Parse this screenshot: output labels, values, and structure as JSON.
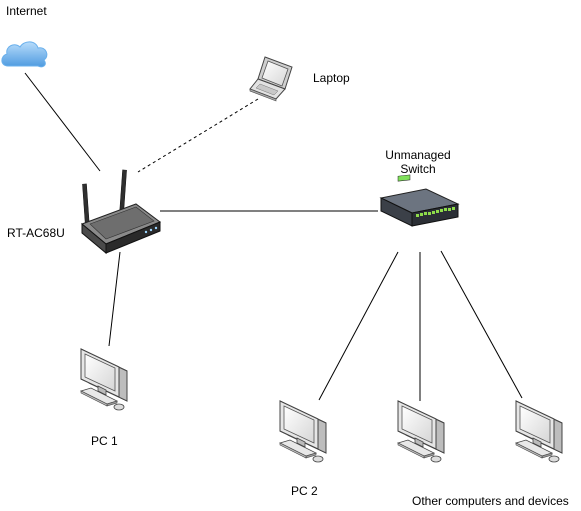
{
  "labels": {
    "internet": "Internet",
    "laptop": "Laptop",
    "switch_line1": "Unmanaged",
    "switch_line2": "Switch",
    "router": "RT-AC68U",
    "pc1": "PC 1",
    "pc2": "PC 2",
    "other": "Other computers and devices"
  },
  "icons": {
    "cloud": "cloud-icon",
    "laptop": "laptop-icon",
    "router": "router-icon",
    "switch": "network-switch-icon",
    "pc": "desktop-computer-icon"
  },
  "colors": {
    "cloud": "#66a8e8",
    "line": "#000000"
  }
}
